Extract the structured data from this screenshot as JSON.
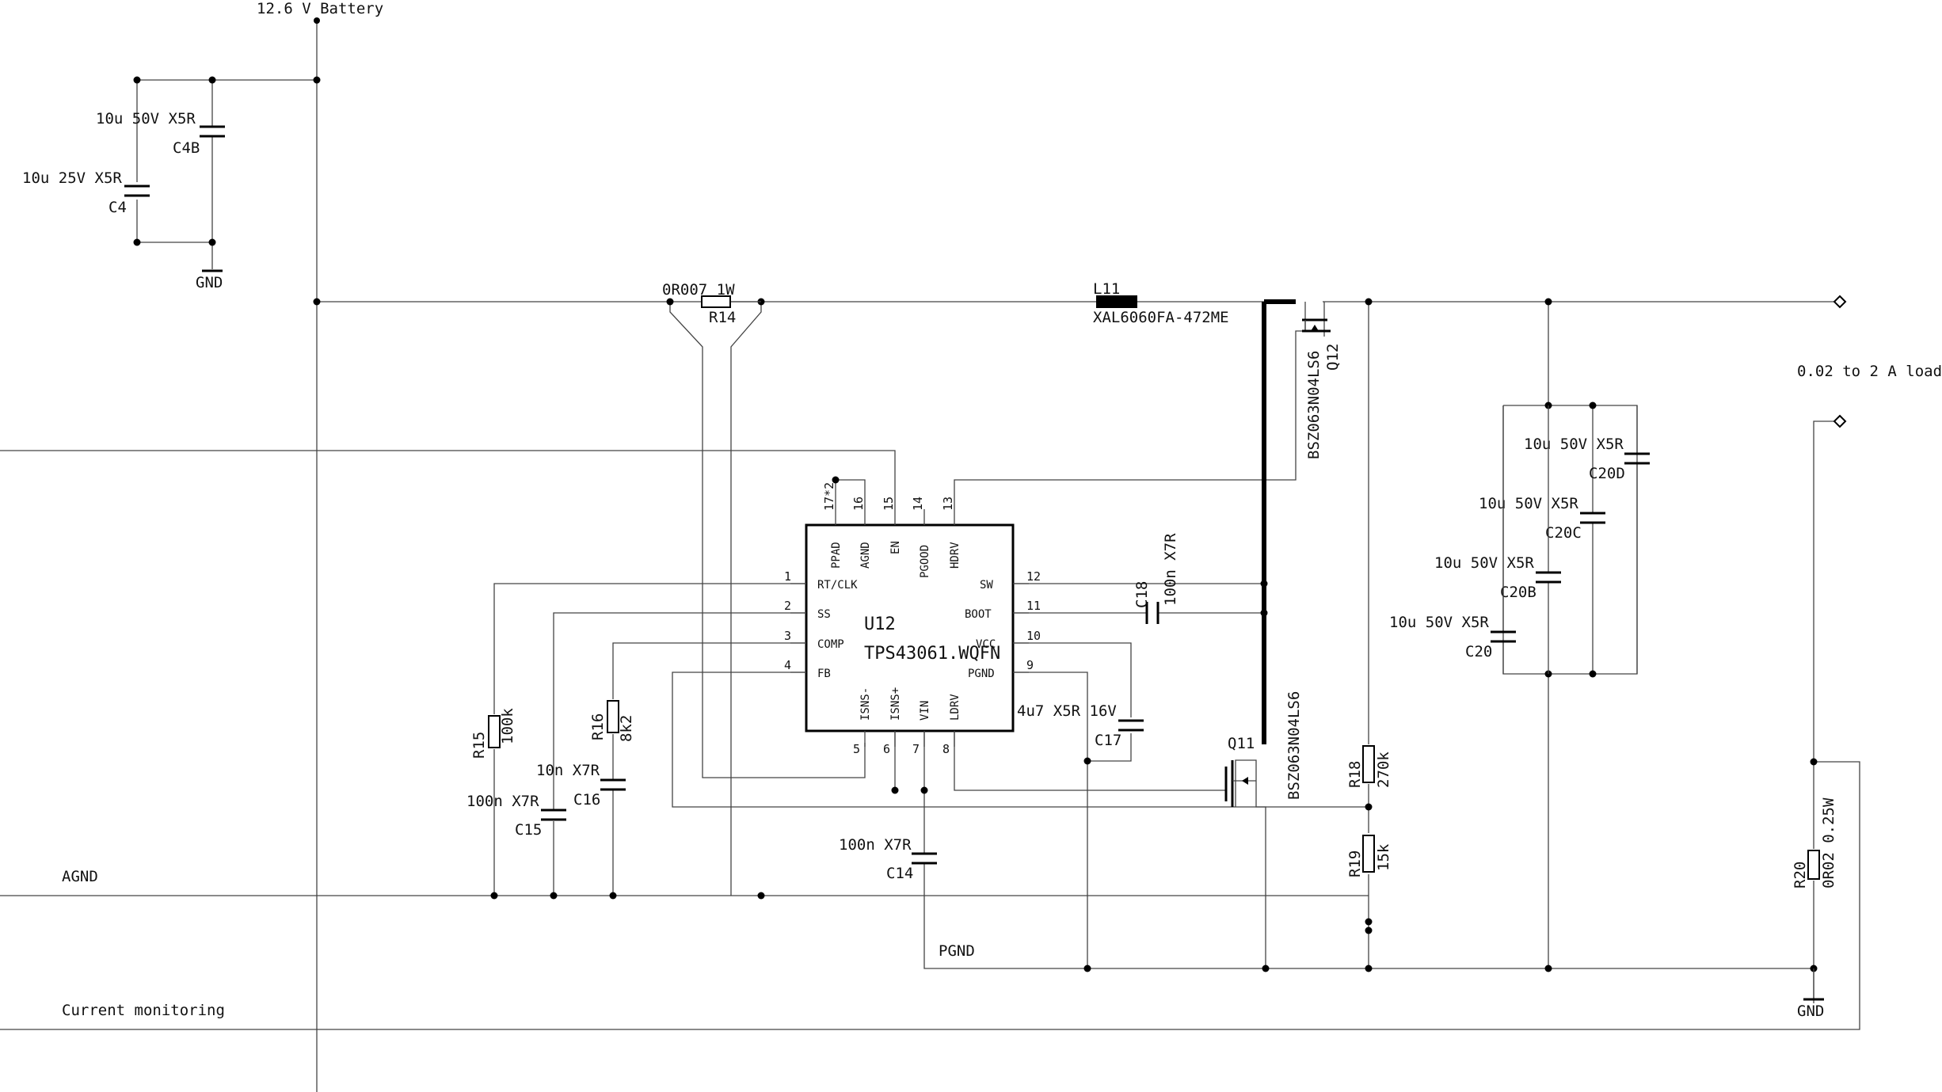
{
  "labels": {
    "battery": "12.6 V Battery",
    "load": "0.02 to 2 A load",
    "agnd": "AGND",
    "pgnd": "PGND",
    "current_monitoring": "Current monitoring",
    "gnd_left": "GND",
    "gnd_right": "GND"
  },
  "ic": {
    "name": "U12",
    "part": "TPS43061.WQFN",
    "pin_names": {
      "ppad": "PPAD",
      "agnd": "AGND",
      "en": "EN",
      "pgood": "PGOOD",
      "hdrv": "HDRV",
      "rtclk": "RT/CLK",
      "ss": "SS",
      "comp": "COMP",
      "fb": "FB",
      "sw": "SW",
      "boot": "BOOT",
      "vcc": "VCC",
      "pgnd": "PGND",
      "isnsm": "ISNS-",
      "isnsp": "ISNS+",
      "vin": "VIN",
      "ldrv": "LDRV"
    },
    "pin_numbers": {
      "p17": "17*2",
      "p16": "16",
      "p15": "15",
      "p14": "14",
      "p13": "13",
      "p1": "1",
      "p2": "2",
      "p3": "3",
      "p4": "4",
      "p12": "12",
      "p11": "11",
      "p10": "10",
      "p9": "9",
      "p5": "5",
      "p6": "6",
      "p7": "7",
      "p8": "8"
    }
  },
  "components": {
    "c4b": {
      "name": "C4B",
      "value": "10u 50V X5R"
    },
    "c4": {
      "name": "C4",
      "value": "10u 25V X5R"
    },
    "r14": {
      "name": "R14",
      "value": "0R007 1W"
    },
    "l11": {
      "name": "L11",
      "value": "XAL6060FA-472ME"
    },
    "q12": {
      "name": "Q12",
      "value": "BSZ063N04LS6"
    },
    "q11": {
      "name": "Q11",
      "value": "BSZ063N04LS6"
    },
    "c18": {
      "name": "C18",
      "value": "100n X7R"
    },
    "c17": {
      "name": "C17",
      "value": "4u7 X5R 16V"
    },
    "c14": {
      "name": "C14",
      "value": "100n X7R"
    },
    "c15": {
      "name": "C15",
      "value": "100n X7R"
    },
    "c16": {
      "name": "C16",
      "value": "10n X7R"
    },
    "r15": {
      "name": "R15",
      "value": "100k"
    },
    "r16": {
      "name": "R16",
      "value": "8k2"
    },
    "r18": {
      "name": "R18",
      "value": "270k"
    },
    "r19": {
      "name": "R19",
      "value": "15k"
    },
    "r20": {
      "name": "R20",
      "value": "0R02 0.25W"
    },
    "c20": {
      "name": "C20",
      "value": "10u 50V X5R"
    },
    "c20b": {
      "name": "C20B",
      "value": "10u 50V X5R"
    },
    "c20c": {
      "name": "C20C",
      "value": "10u 50V X5R"
    },
    "c20d": {
      "name": "C20D",
      "value": "10u 50V X5R"
    }
  }
}
